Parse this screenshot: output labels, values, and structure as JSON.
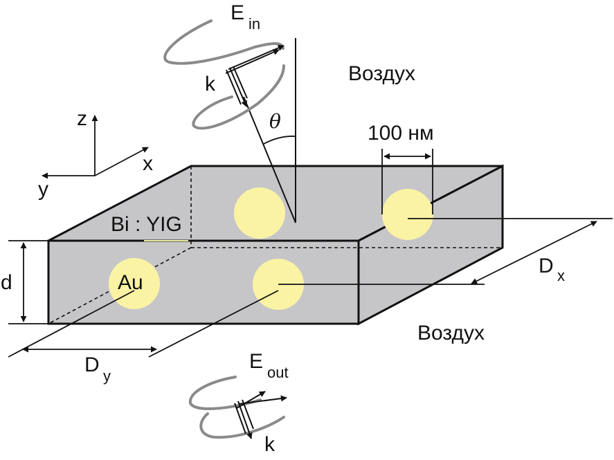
{
  "labels": {
    "e_in": "E",
    "e_in_sub": "in",
    "k_top": "k",
    "air_top": "Воздух",
    "theta": "θ",
    "axis_z": "z",
    "axis_x": "x",
    "axis_y": "y",
    "period_size": "100 нм",
    "film": "Bi : YIG",
    "particle": "Au",
    "thickness": "d",
    "dx": "D",
    "dx_sub": "x",
    "dy": "D",
    "dy_sub": "y",
    "air_bottom": "Воздух",
    "e_out": "E",
    "e_out_sub": "out",
    "k_bottom": "k"
  },
  "colors": {
    "slab": "#c6c6c8",
    "particle": "#fbf3a4",
    "outline": "#111111",
    "ellipse_stroke": "#8a8a8a"
  }
}
